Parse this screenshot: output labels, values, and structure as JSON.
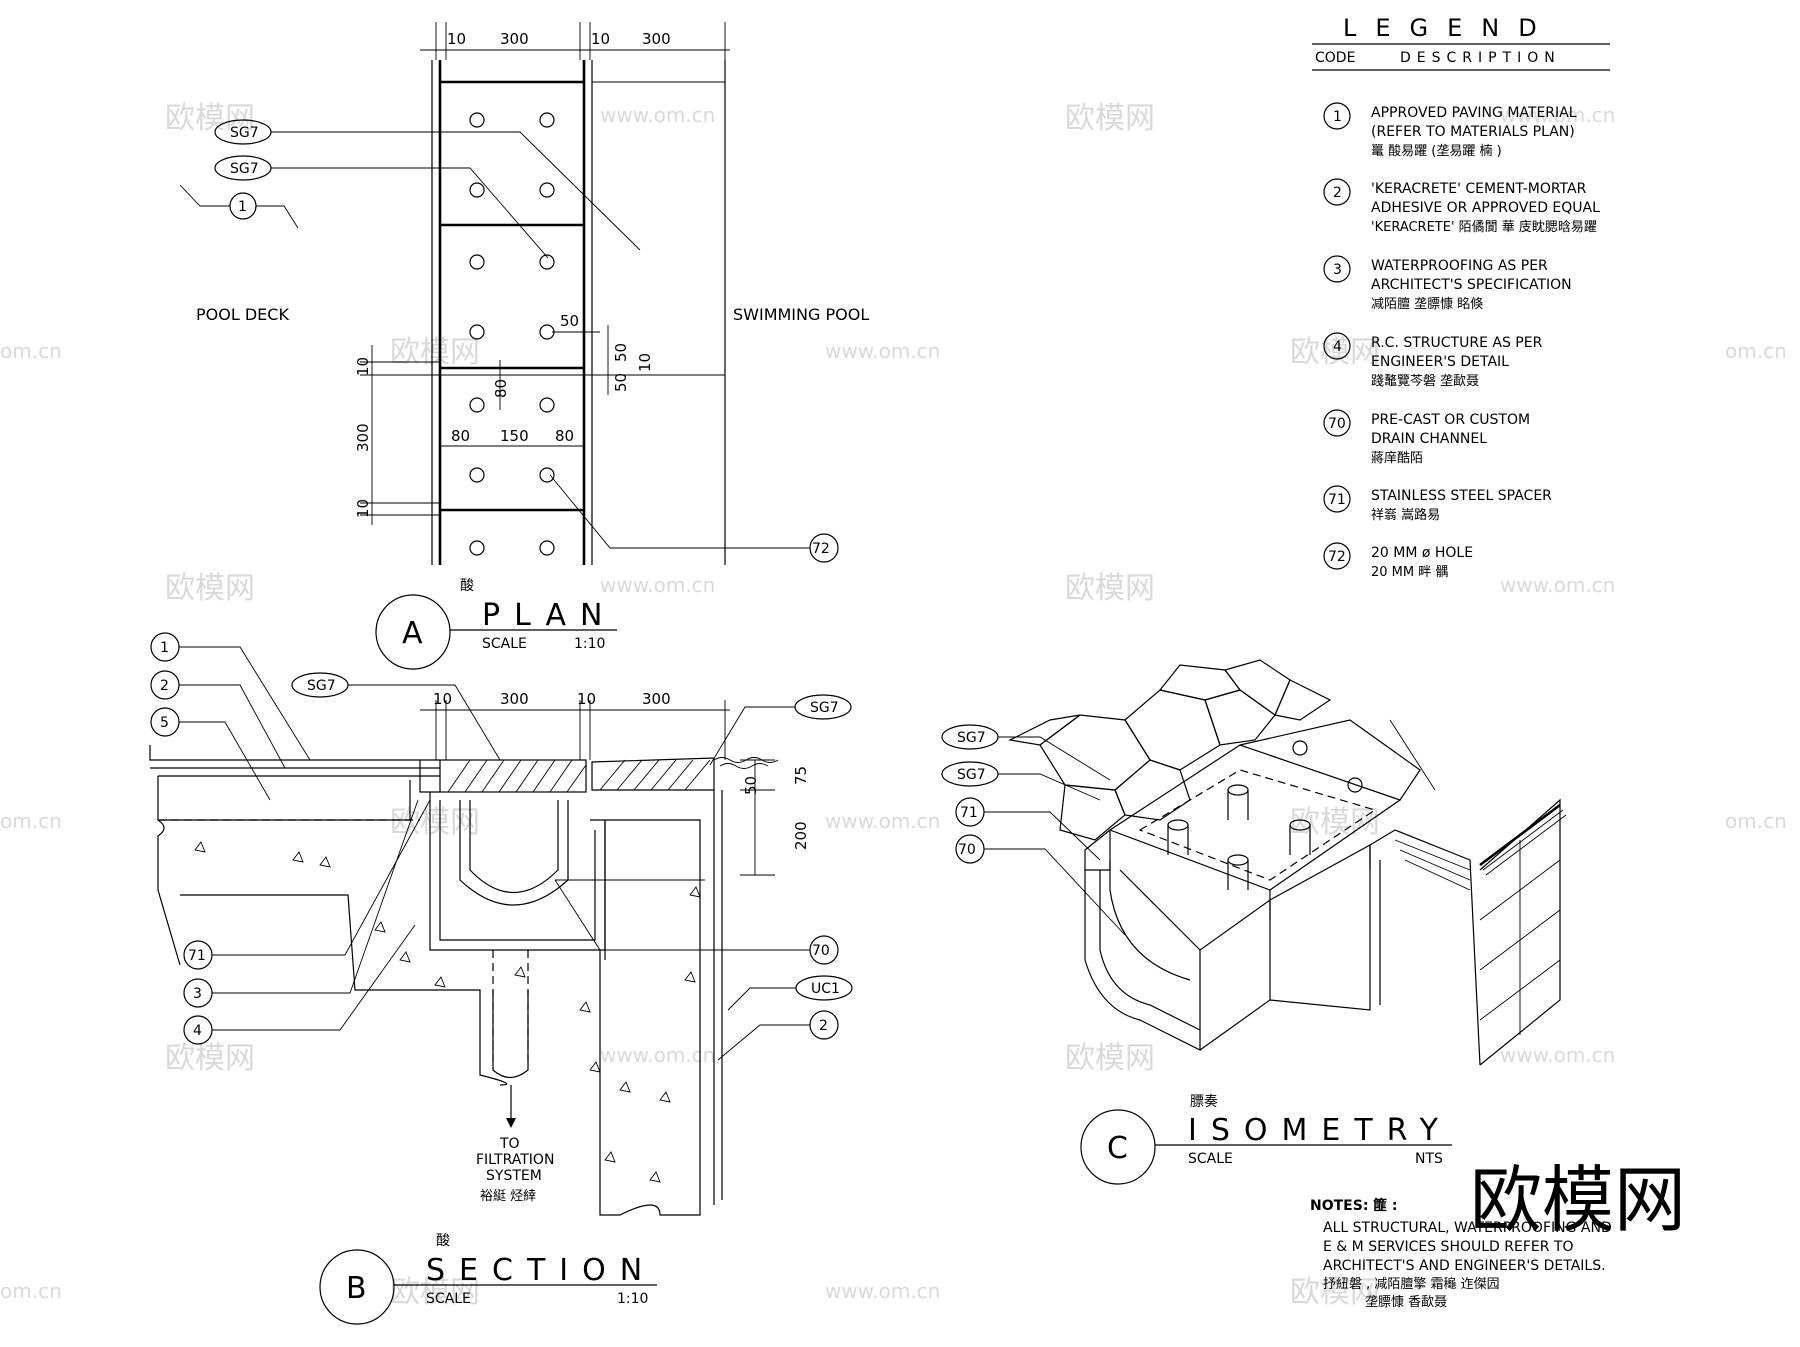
{
  "watermarks": {
    "brand": "欧模网",
    "url": "www.om.cn",
    "url_partial": "om.cn"
  },
  "tags": {
    "sg7": "SG7",
    "uc1": "UC1",
    "c1": "1",
    "c2": "2",
    "c3": "3",
    "c4": "4",
    "c5": "5",
    "c70": "70",
    "c71": "71",
    "c72": "72"
  },
  "plan": {
    "label_left": "POOL DECK",
    "label_right": "SWIMMING POOL",
    "dims": {
      "d10": "10",
      "d300": "300",
      "d50": "50",
      "d80": "80",
      "d150": "150"
    },
    "chinese_caption": "酸",
    "title": {
      "letter": "A",
      "name": "PLAN",
      "scale_label": "SCALE",
      "scale_value": "1:10"
    }
  },
  "section": {
    "dims": {
      "d10": "10",
      "d300": "300",
      "d50": "50",
      "d75": "75",
      "d200": "200"
    },
    "arrow_text": [
      "TO",
      "FILTRATION",
      "SYSTEM",
      "裕綎 烃緈"
    ],
    "chinese_caption": "酸",
    "title": {
      "letter": "B",
      "name": "SECTION",
      "scale_label": "SCALE",
      "scale_value": "1:10"
    }
  },
  "isometry": {
    "chinese_caption": "膘奏",
    "title": {
      "letter": "C",
      "name": "ISOMETRY",
      "scale_label": "SCALE",
      "scale_value": "NTS"
    }
  },
  "legend": {
    "title": "LEGEND",
    "col_code": "CODE",
    "col_desc": "DESCRIPTION",
    "items": [
      {
        "code": "1",
        "lines": [
          "APPROVED PAVING MATERIAL",
          "(REFER TO MATERIALS PLAN)",
          "鼍  酸易躣  (垄易躣 楠 )"
        ]
      },
      {
        "code": "2",
        "lines": [
          "'KERACRETE' CEMENT-MORTAR",
          "ADHESIVE OR APPROVED EQUAL",
          "'KERACRETE' 陌僪閬 華 庋眈腮晗易躣"
        ]
      },
      {
        "code": "3",
        "lines": [
          "WATERPROOFING AS PER",
          "ARCHITECT'S SPECIFICATION",
          "减陌膻  垄膘慷     眳倏"
        ]
      },
      {
        "code": "4",
        "lines": [
          "R.C. STRUCTURE AS PER",
          "ENGINEER'S DETAIL",
          "踐鼇覽芩磐     垄歃聂"
        ]
      },
      {
        "code": "70",
        "lines": [
          "PRE-CAST OR CUSTOM",
          "DRAIN CHANNEL",
          "蔣庠酷陌"
        ]
      },
      {
        "code": "71",
        "lines": [
          "STAINLESS STEEL SPACER",
          "祥嵡  嵩路易"
        ]
      },
      {
        "code": "72",
        "lines": [
          "20 MM ø HOLE",
          "20 MM 畔    髃"
        ]
      }
    ]
  },
  "notes": {
    "heading": "NOTES:",
    "heading_cn": "篚 :",
    "lines": [
      "ALL STRUCTURAL, WATERPROOFING AND",
      "E & M SERVICES SHOULD REFER TO",
      "ARCHITECT'S AND ENGINEER'S DETAILS.",
      "抒紐磐 , 减陌膻擎  霜龝  迮傑囥",
      "垄膘慷  香歃聂"
    ]
  },
  "big_watermark": "欧模网"
}
